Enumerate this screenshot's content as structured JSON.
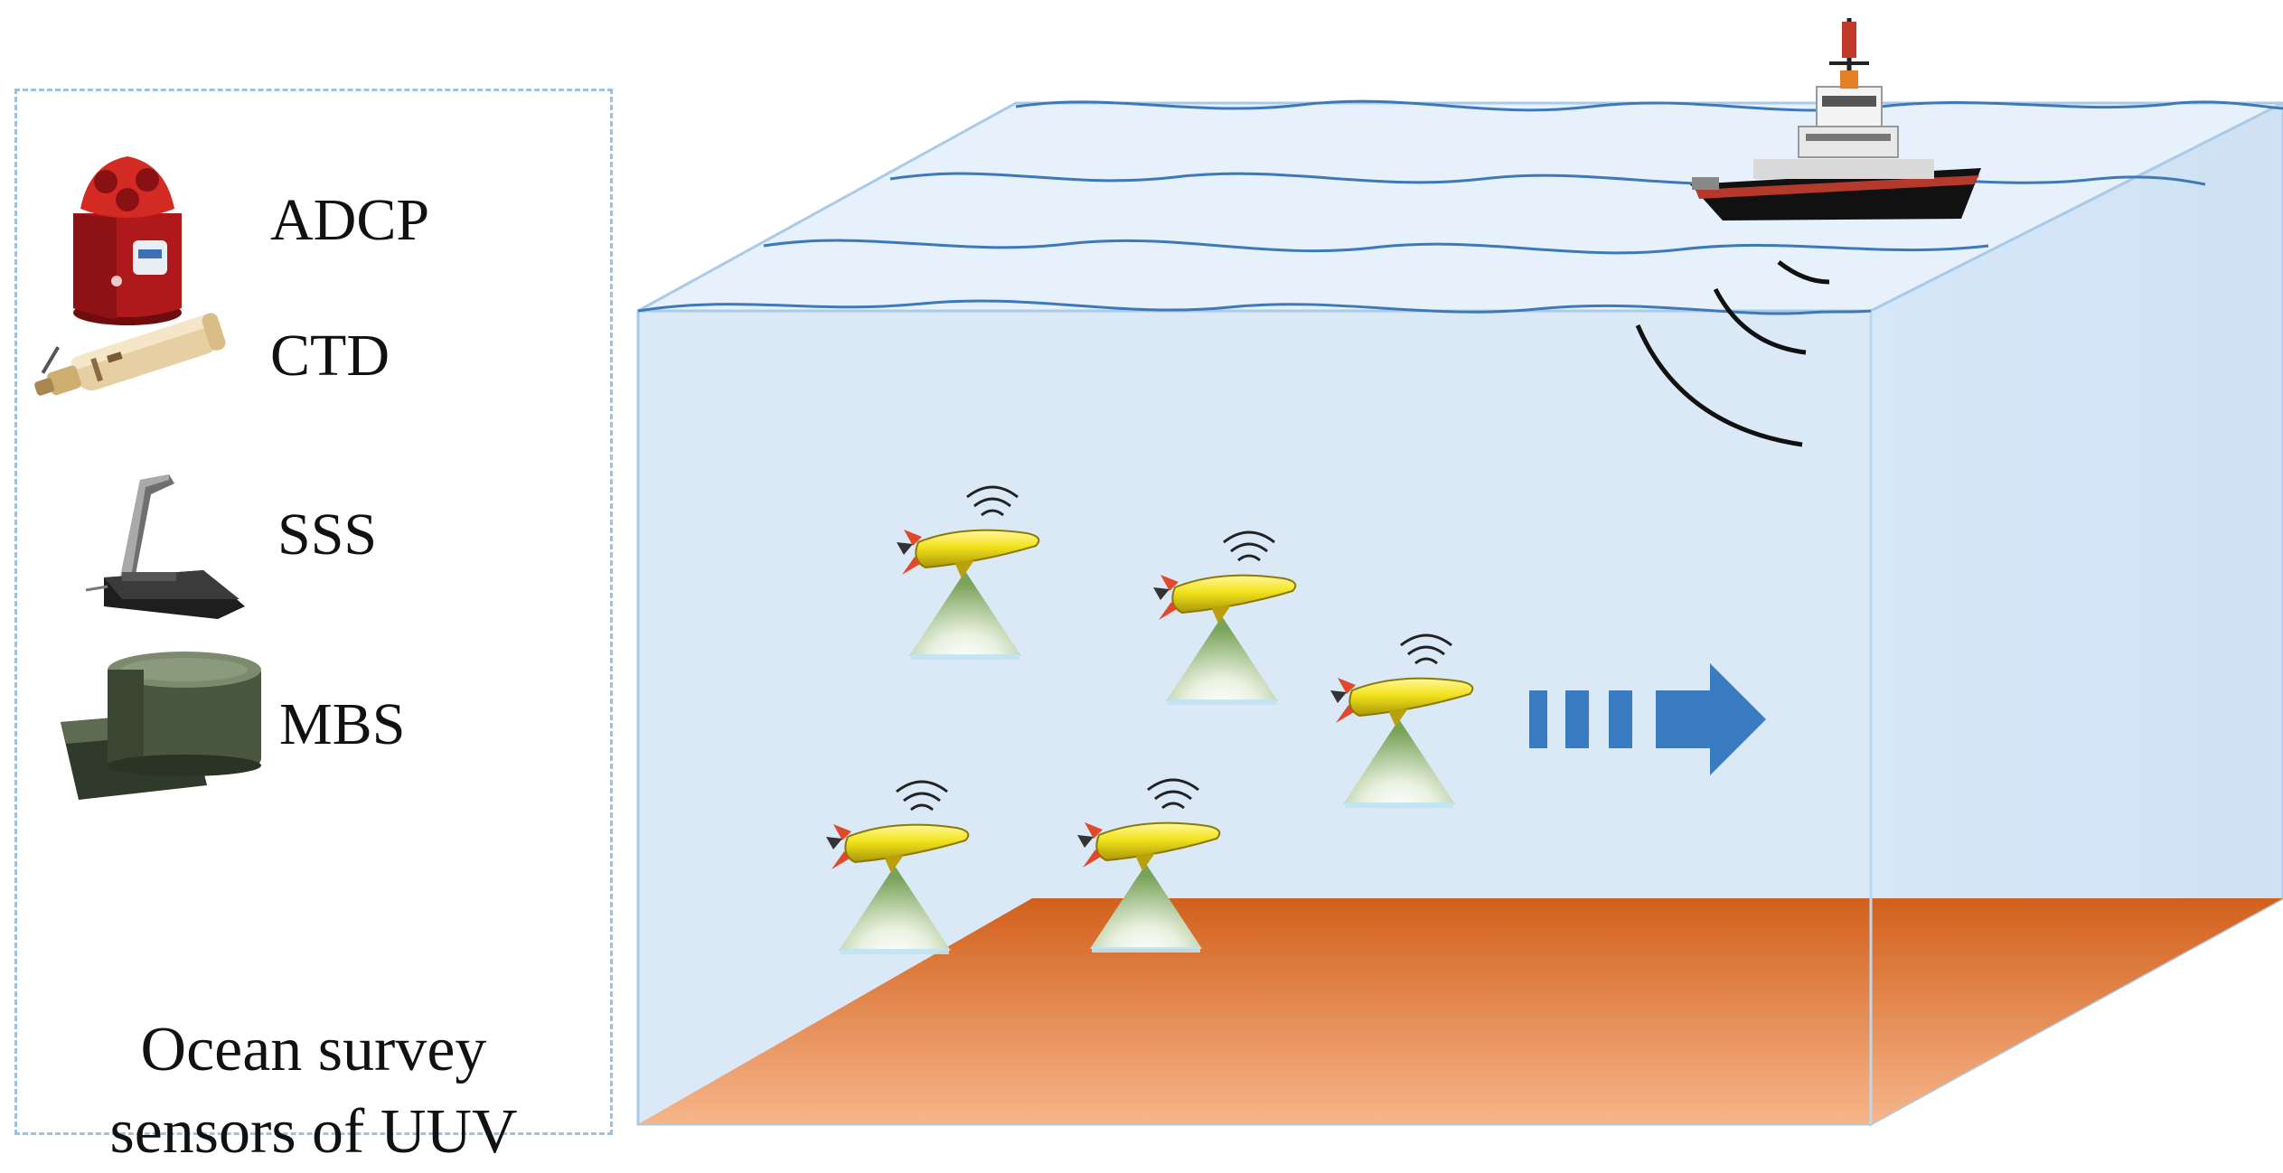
{
  "legend": {
    "sensors": [
      {
        "id": "adcp",
        "label": "ADCP",
        "icon": "adcp-sensor-icon"
      },
      {
        "id": "ctd",
        "label": "CTD",
        "icon": "ctd-sensor-icon"
      },
      {
        "id": "sss",
        "label": "SSS",
        "icon": "side-scan-sonar-icon"
      },
      {
        "id": "mbs",
        "label": "MBS",
        "icon": "multibeam-sonar-icon"
      }
    ],
    "caption_line1": "Ocean survey",
    "caption_line2": "sensors of UUV"
  },
  "scene": {
    "ship_icon": "survey-ship-icon",
    "uuv_count": 5,
    "direction_icon": "dashed-arrow-right-icon",
    "colors": {
      "water": "#dbe9f7",
      "water_edge": "#a9cbe8",
      "wave_line": "#3d79ba",
      "seabed_top": "#d2601c",
      "seabed_bottom": "#f5b488",
      "uuv_body": "#f2e21b",
      "arrow": "#3a7cc1",
      "sonar_cone": "#7aa35a"
    }
  }
}
